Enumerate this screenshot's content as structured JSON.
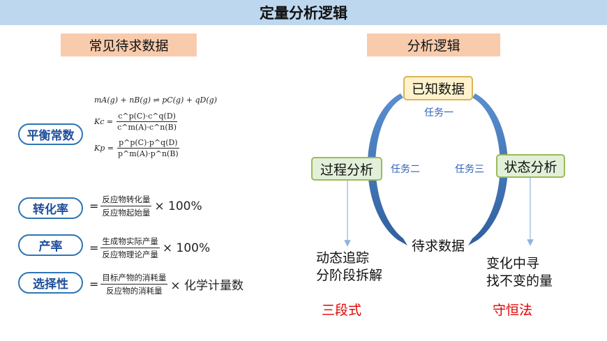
{
  "title": "定量分析逻辑",
  "left_header": "常见待求数据",
  "right_header": "分析逻辑",
  "equilibrium": {
    "label": "平衡常数",
    "reaction": "mA(g) + nB(g) ⇌ pC(g) + qD(g)",
    "kc": {
      "symbol": "Kc =",
      "num": "c^p(C)·c^q(D)",
      "den": "c^m(A)·c^n(B)"
    },
    "kp": {
      "symbol": "Kp =",
      "num": "p^p(C)·p^q(D)",
      "den": "p^m(A)·p^n(B)"
    }
  },
  "conversion": {
    "label": "转化率",
    "eq": "=",
    "num": "反应物转化量",
    "den": "反应物起始量",
    "mult": "× 100%"
  },
  "yield": {
    "label": "产率",
    "eq": "=",
    "num": "生成物实际产量",
    "den": "反应物理论产量",
    "mult": "× 100%"
  },
  "selectivity": {
    "label": "选择性",
    "eq": "=",
    "num": "目标产物的消耗量",
    "den": "反应物的消耗量",
    "mult": "× 化学计量数"
  },
  "diagram": {
    "top_node": "已知数据",
    "left_node": "过程分析",
    "right_node": "状态分析",
    "center_node": "待求数据",
    "task1": "任务一",
    "task2": "任务二",
    "task3": "任务三",
    "left_result_line1": "动态追踪",
    "left_result_line2": "分阶段拆解",
    "right_result_line1": "变化中寻",
    "right_result_line2": "找不变的量",
    "left_method": "三段式",
    "right_method": "守恒法"
  },
  "colors": {
    "title_bg": "#bdd7ee",
    "header_bg": "#f8cbad",
    "pill_border": "#2e75b6",
    "arrow": "#4a7ebb",
    "method_red": "#e00000"
  }
}
